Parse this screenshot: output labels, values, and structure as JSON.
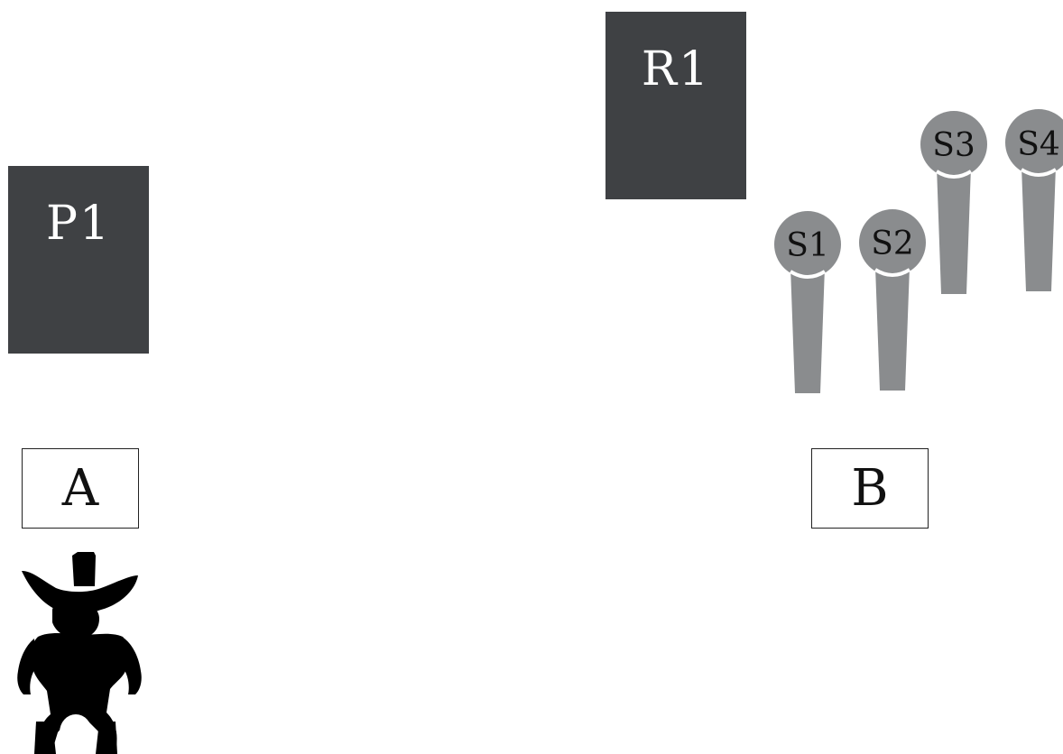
{
  "blocks": {
    "p1": "P1",
    "r1": "R1"
  },
  "markers": {
    "a": "A",
    "b": "B"
  },
  "microphones": [
    {
      "label": "S1"
    },
    {
      "label": "S2"
    },
    {
      "label": "S3"
    },
    {
      "label": "S4"
    }
  ],
  "icons": {
    "figure": "cowboy-silhouette-icon",
    "mic": "microphone-icon"
  },
  "colors": {
    "block": "#3f4144",
    "mic": "#8a8c8e",
    "text_light": "#ffffff",
    "text_dark": "#111111"
  }
}
